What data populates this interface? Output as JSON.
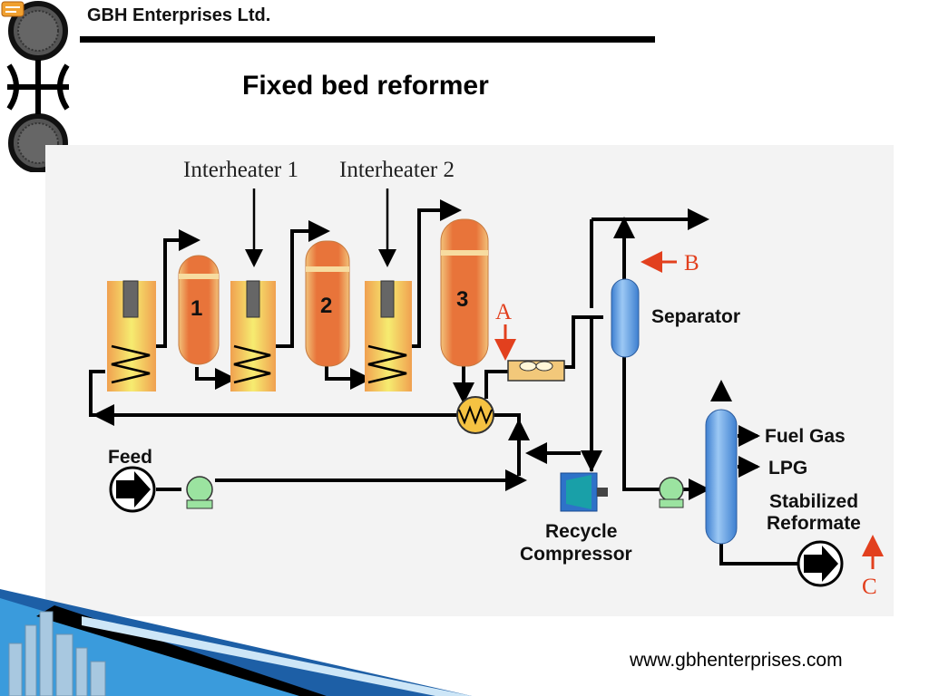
{
  "header": {
    "company": "GBH Enterprises Ltd.",
    "title": "Fixed bed reformer",
    "logo_icon": "gbh-circles-logo-icon"
  },
  "diagram": {
    "interheaters": [
      "Interheater 1",
      "Interheater 2"
    ],
    "reactors": [
      "1",
      "2",
      "3"
    ],
    "markers": {
      "a": "A",
      "b": "B",
      "c": "C"
    },
    "labels": {
      "separator": "Separator",
      "feed": "Feed",
      "fuel_gas": "Fuel Gas",
      "lpg": "LPG",
      "stabilized": "Stabilized",
      "reformate": "Reformate",
      "recycle": "Recycle",
      "compressor": "Compressor"
    },
    "colors": {
      "furnace_outer": "#f2a650",
      "furnace_inner": "#f0e86a",
      "reactor_body": "#e8783a",
      "vessel_blue": "#5b9de0",
      "pump_green": "#9be3a0",
      "exchanger": "#f5c242",
      "marker_red": "#e2401e"
    }
  },
  "footer": {
    "url": "www.gbhenterprises.com",
    "decor_icon": "industrial-skyline-icon"
  }
}
